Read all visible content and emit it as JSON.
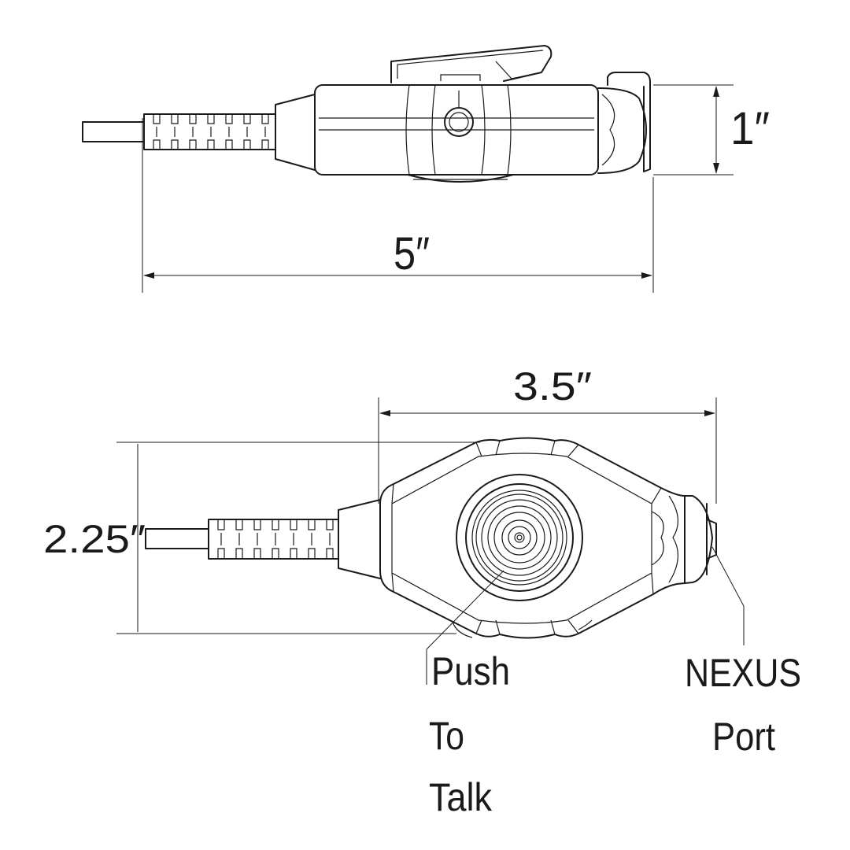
{
  "dimensions": {
    "height_top": "1″",
    "length_top": "5″",
    "length_bottom": "3.5″",
    "width_bottom": "2.25″"
  },
  "callouts": {
    "ptt": [
      "Push",
      "To",
      "Talk"
    ],
    "nexus": [
      "NEXUS",
      "Port"
    ]
  },
  "colors": {
    "line": "#1a1a1a",
    "background": "#ffffff"
  }
}
